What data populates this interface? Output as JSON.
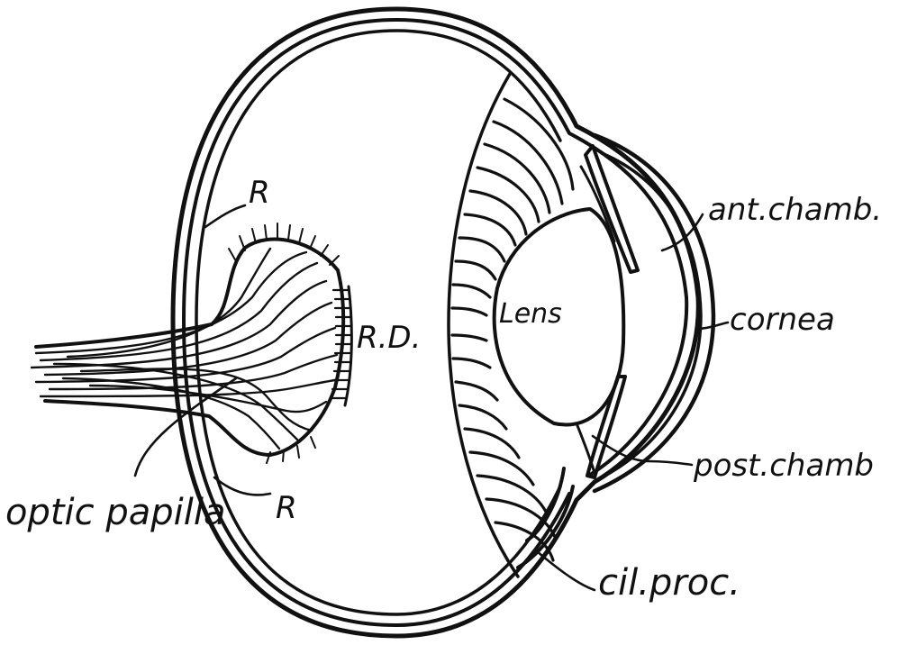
{
  "labels": {
    "r_top": "R",
    "r_bottom": "R",
    "rd": "R.D.",
    "lens": "Lens",
    "ant_chamb": "ant.chamb.",
    "cornea": "cornea",
    "post_chamb": "post.chamb",
    "cil_proc": "cil.proc.",
    "optic_papilla": "optic papilla"
  },
  "colors": {
    "ink": "#111111",
    "paper": "#ffffff"
  }
}
